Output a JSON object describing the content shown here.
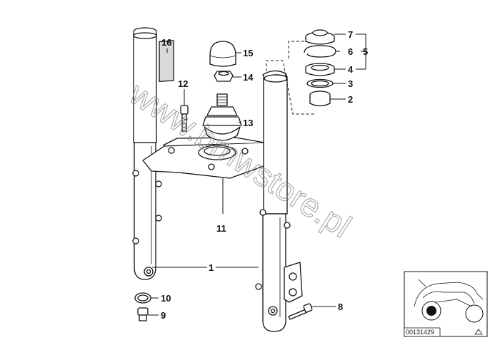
{
  "watermark": "www.bmwstore.pl",
  "diagram_code": "00131429",
  "callouts": {
    "p1": "1",
    "p2": "2",
    "p3": "3",
    "p4": "4",
    "p5": "5",
    "p6": "6",
    "p7": "7",
    "p8": "8",
    "p9": "9",
    "p10": "10",
    "p11": "11",
    "p12": "12",
    "p13": "13",
    "p14": "14",
    "p15": "15",
    "p16": "16"
  }
}
